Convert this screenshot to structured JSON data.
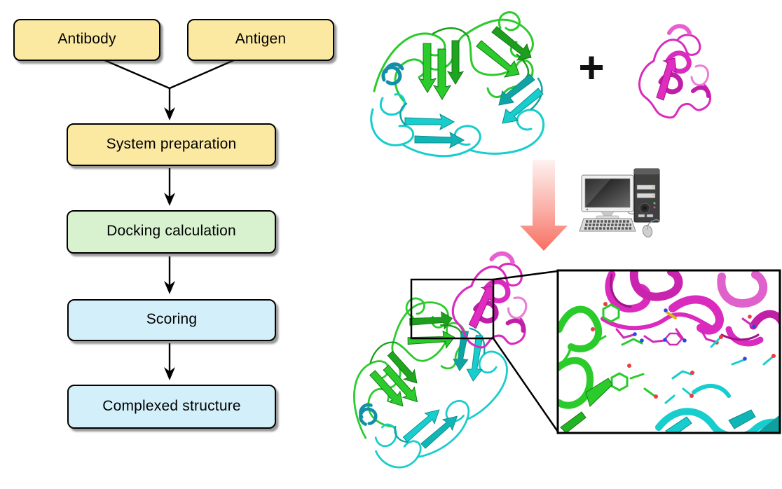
{
  "flowchart": {
    "nodes": [
      {
        "id": "antibody",
        "label": "Antibody",
        "fill": "#FBE9A1"
      },
      {
        "id": "antigen",
        "label": "Antigen",
        "fill": "#FBE9A1"
      },
      {
        "id": "system-preparation",
        "label": "System preparation",
        "fill": "#FBE9A1"
      },
      {
        "id": "docking-calculation",
        "label": "Docking calculation",
        "fill": "#D8F2CF"
      },
      {
        "id": "scoring",
        "label": "Scoring",
        "fill": "#D3F0FA"
      },
      {
        "id": "complexed-structure",
        "label": "Complexed structure",
        "fill": "#D3F0FA"
      }
    ],
    "connector_color": "#000000",
    "box_border_color": "#000000",
    "text_color": "#000000"
  },
  "illustration": {
    "plus_sign": "+",
    "colors": {
      "antibody_heavy_chain_green": "#2BCB2B",
      "antibody_light_chain_cyan": "#18CDCD",
      "antigen_magenta": "#DA2BBE",
      "process_arrow_light": "#FDF2F1",
      "process_arrow_dark": "#F76F61",
      "oxygen_red": "#EE3B3B",
      "nitrogen_blue": "#2B46E8",
      "sulfur_yellow": "#D9B520",
      "inset_border": "#000000"
    }
  }
}
